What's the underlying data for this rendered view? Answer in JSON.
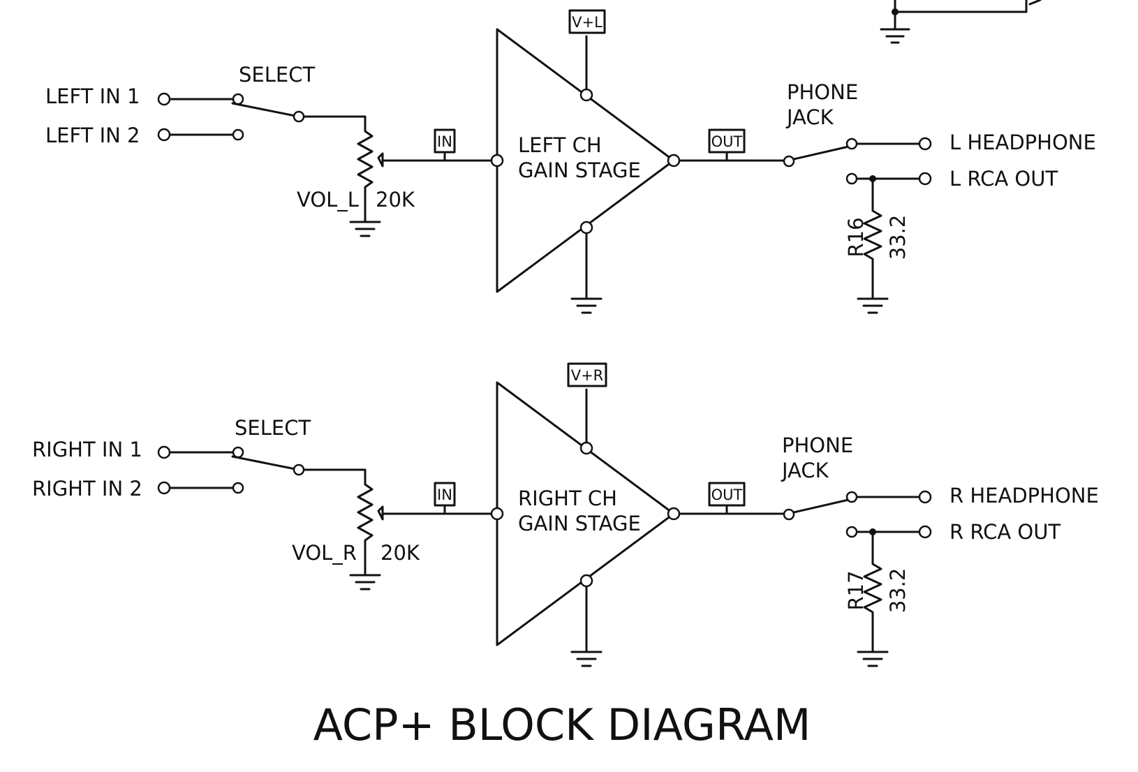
{
  "title": "ACP+ BLOCK DIAGRAM",
  "channels": [
    {
      "input_1": "LEFT IN 1",
      "input_2": "LEFT IN 2",
      "select": "SELECT",
      "pot_name": "VOL_L",
      "pot_value": "20K",
      "in_tag": "IN",
      "supply_tag": "V+L",
      "stage_line1": "LEFT CH",
      "stage_line2": "GAIN STAGE",
      "out_tag": "OUT",
      "jack_line1": "PHONE",
      "jack_line2": "JACK",
      "headphone": "L HEADPHONE",
      "rca": "L RCA OUT",
      "res_ref": "R16",
      "res_value": "33.2"
    },
    {
      "input_1": "RIGHT IN 1",
      "input_2": "RIGHT IN 2",
      "select": "SELECT",
      "pot_name": "VOL_R",
      "pot_value": "20K",
      "in_tag": "IN",
      "supply_tag": "V+R",
      "stage_line1": "RIGHT CH",
      "stage_line2": "GAIN STAGE",
      "out_tag": "OUT",
      "jack_line1": "PHONE",
      "jack_line2": "JACK",
      "headphone": "R HEADPHONE",
      "rca": "R RCA OUT",
      "res_ref": "R17",
      "res_value": "33.2"
    }
  ]
}
